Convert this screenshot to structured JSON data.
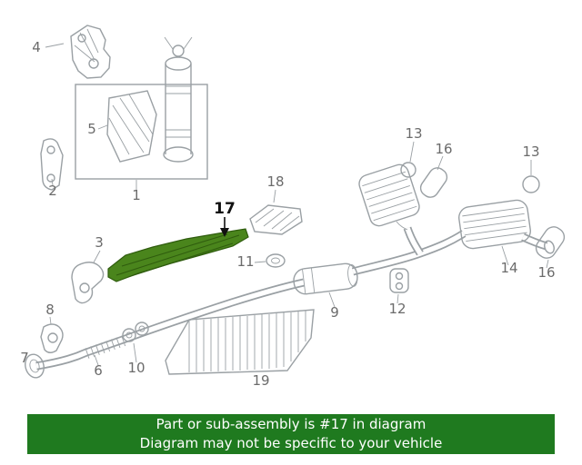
{
  "diagram": {
    "highlighted_part_number": "17"
  },
  "colors": {
    "highlight_fill": "#4a851c",
    "highlight_stroke": "#2f5c0e",
    "banner_bg": "#1f7a1f",
    "banner_text": "#ffffff"
  },
  "banner": {
    "line1": "Part or sub-assembly is #17 in diagram",
    "line2": "Diagram may not be specific to your vehicle"
  },
  "labels": [
    {
      "text": "4"
    },
    {
      "text": "5"
    },
    {
      "text": "2"
    },
    {
      "text": "1"
    },
    {
      "text": "18"
    },
    {
      "text": "17"
    },
    {
      "text": "3"
    },
    {
      "text": "11"
    },
    {
      "text": "13"
    },
    {
      "text": "16"
    },
    {
      "text": "13"
    },
    {
      "text": "9"
    },
    {
      "text": "12"
    },
    {
      "text": "14"
    },
    {
      "text": "16"
    },
    {
      "text": "8"
    },
    {
      "text": "7"
    },
    {
      "text": "6"
    },
    {
      "text": "10"
    },
    {
      "text": "19"
    }
  ]
}
